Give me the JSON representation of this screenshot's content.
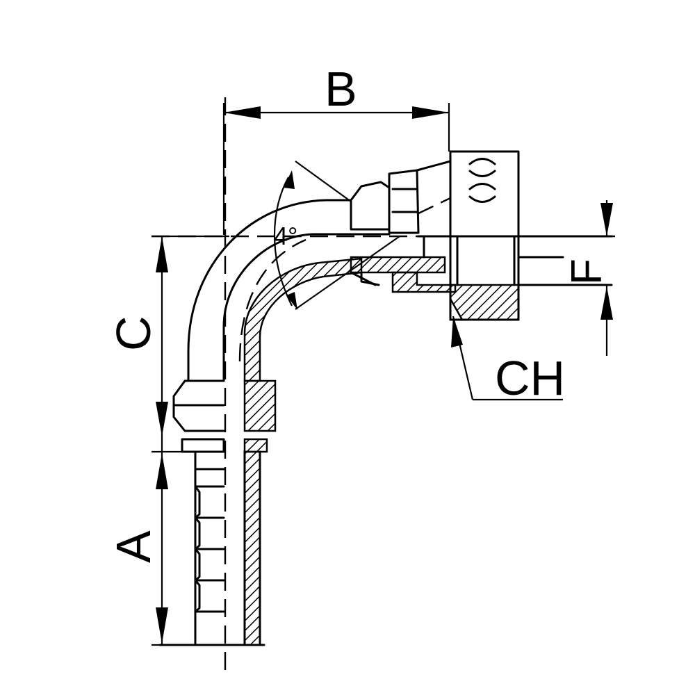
{
  "diagram": {
    "dimensions": {
      "a": "A",
      "b": "B",
      "c": "C",
      "f": "F",
      "ch": "CH"
    },
    "angle_label": "4°",
    "colors": {
      "line": "#000000",
      "background": "#ffffff"
    }
  }
}
